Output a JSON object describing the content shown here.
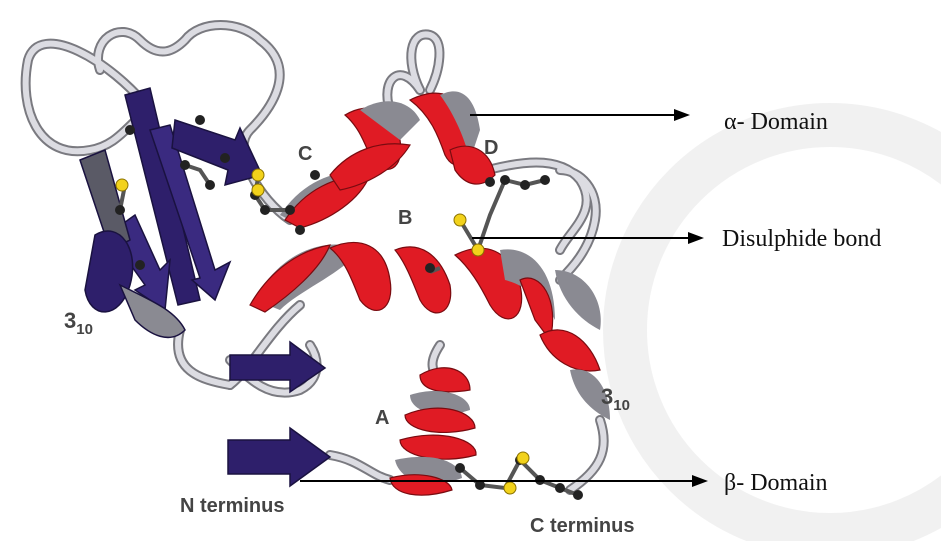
{
  "diagram": {
    "helix_labels": {
      "A": "A",
      "B": "B",
      "C": "C",
      "D": "D"
    },
    "three_ten_left": {
      "base": "3",
      "sub": "10"
    },
    "three_ten_right": {
      "base": "3",
      "sub": "10"
    },
    "n_terminus": "N terminus",
    "c_terminus": "C terminus"
  },
  "callouts": {
    "alpha_domain": "α- Domain",
    "disulphide_bond": "Disulphide bond",
    "beta_domain": "β- Domain"
  },
  "colors": {
    "helix": "#e01b24",
    "sheet": "#2e1f6b",
    "coil": "#bdbdc4",
    "sulfur": "#f2d21b",
    "atom": "#222222"
  }
}
